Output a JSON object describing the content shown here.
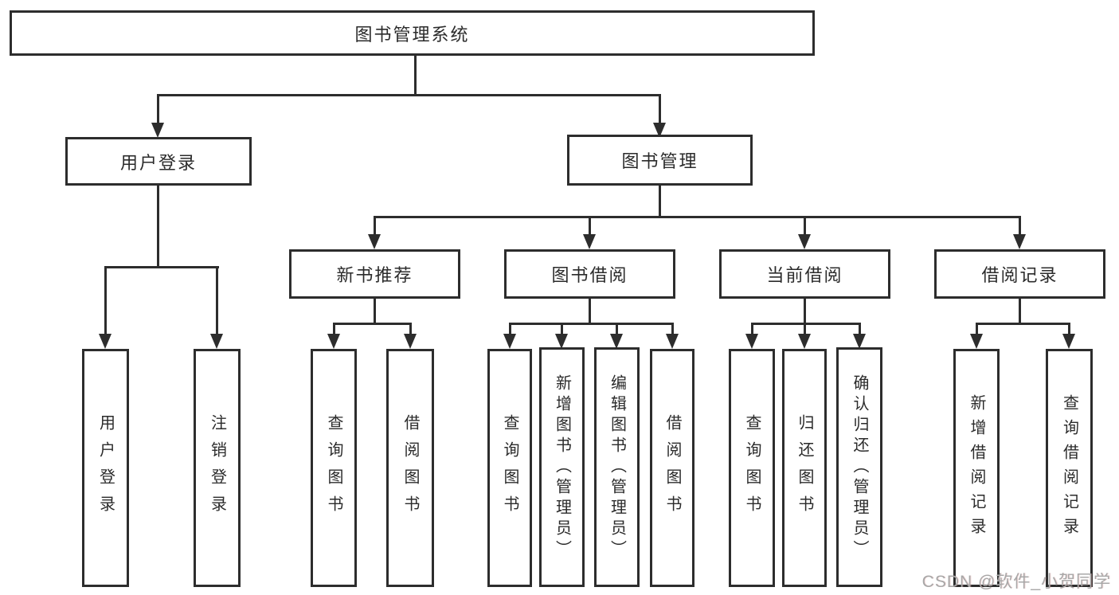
{
  "diagram": {
    "title": "图书管理系统",
    "level2": {
      "user_login": "用户登录",
      "book_mgmt": "图书管理"
    },
    "level3": {
      "new_books": "新书推荐",
      "borrow": "图书借阅",
      "current": "当前借阅",
      "records": "借阅记录"
    },
    "leaves": {
      "user_login": [
        "用户登录",
        "注销登录"
      ],
      "new_books": [
        "查询图书",
        "借阅图书"
      ],
      "borrow": [
        "查询图书",
        "新增图书（管理员）",
        "编辑图书（管理员）",
        "借阅图书"
      ],
      "current": [
        "查询图书",
        "归还图书",
        "确认归还（管理员）"
      ],
      "records": [
        "新增借阅记录",
        "查询借阅记录"
      ]
    }
  },
  "watermark": "CSDN @软件_小贺同学",
  "colors": {
    "line": "#2d2d2d",
    "text": "#2b2b2b",
    "background": "#ffffff",
    "watermark": "#a8a8a8"
  }
}
